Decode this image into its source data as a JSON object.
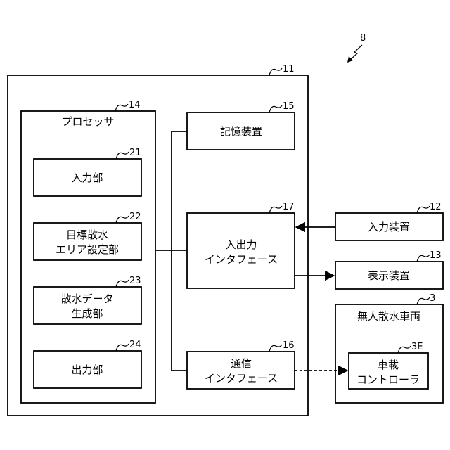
{
  "figure_ref": "8",
  "device": {
    "ref": "11"
  },
  "processor": {
    "label": "プロセッサ",
    "ref": "14"
  },
  "units": {
    "input": {
      "label": "入力部",
      "ref": "21"
    },
    "target": {
      "label_line1": "目標散水",
      "label_line2": "エリア設定部",
      "ref": "22"
    },
    "spray": {
      "label_line1": "散水データ",
      "label_line2": "生成部",
      "ref": "23"
    },
    "output": {
      "label": "出力部",
      "ref": "24"
    }
  },
  "storage": {
    "label": "記憶装置",
    "ref": "15"
  },
  "io_interface": {
    "label_line1": "入出力",
    "label_line2": "インタフェース",
    "ref": "17"
  },
  "comm_interface": {
    "label_line1": "通信",
    "label_line2": "インタフェース",
    "ref": "16"
  },
  "input_device": {
    "label": "入力装置",
    "ref": "12"
  },
  "display_device": {
    "label": "表示装置",
    "ref": "13"
  },
  "vehicle": {
    "label": "無人散水車両",
    "ref": "3"
  },
  "controller": {
    "label_line1": "車載",
    "label_line2": "コントローラ",
    "ref": "3E"
  }
}
